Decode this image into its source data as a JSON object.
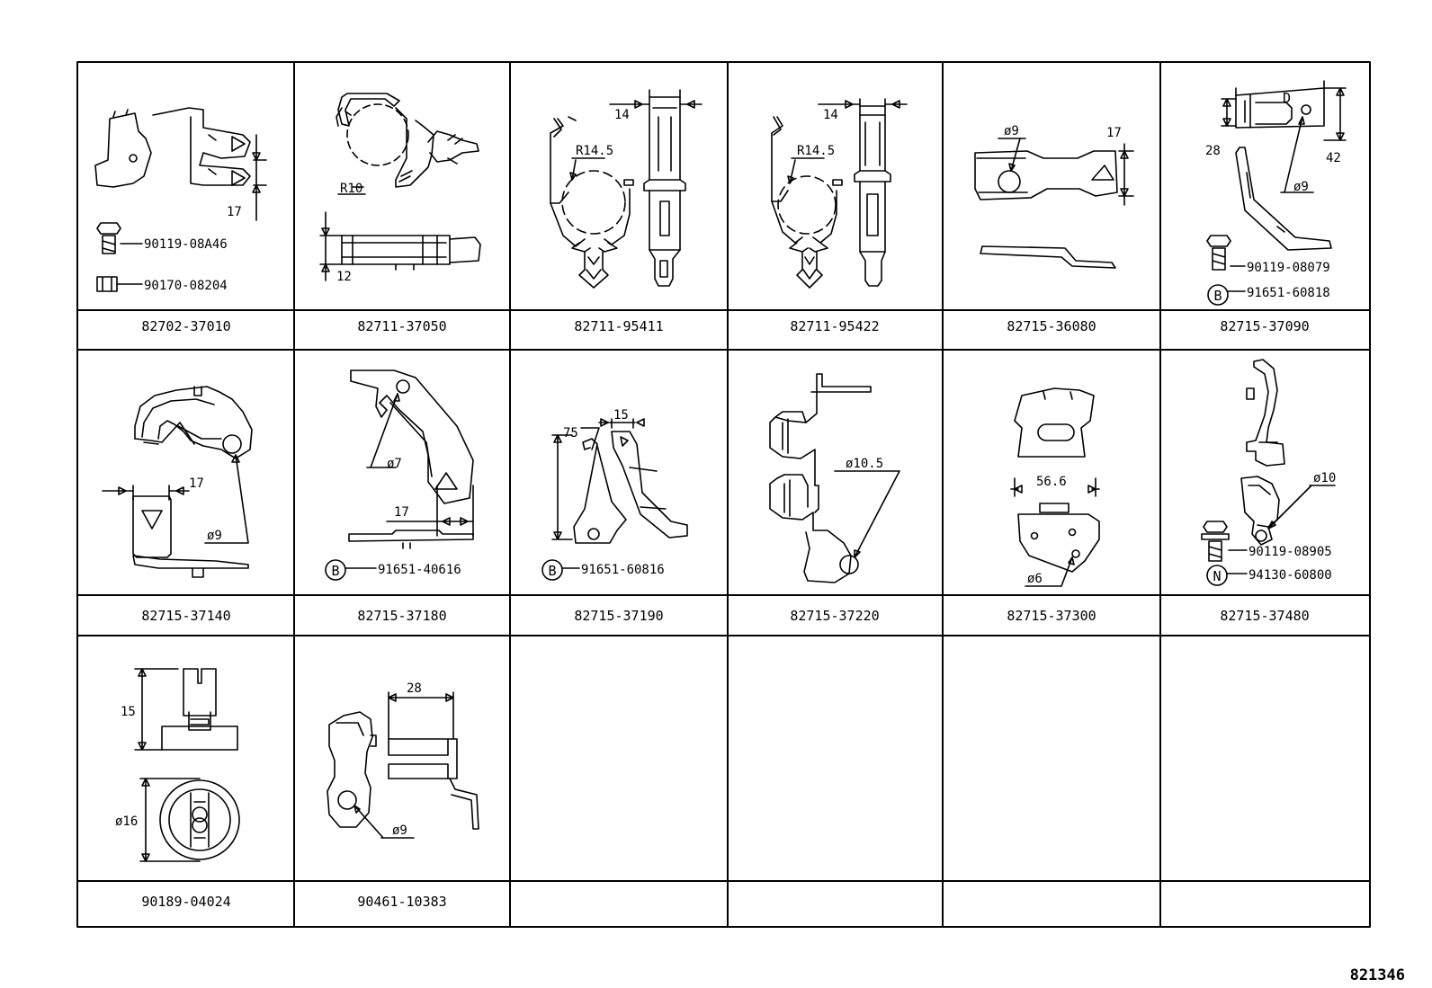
{
  "sheet": {
    "drawing_number": "821346"
  },
  "cells": [
    {
      "part_number": "82702-37010",
      "dims": [
        "17"
      ],
      "subparts": [
        {
          "number": "90119-08A46",
          "symbol": ""
        },
        {
          "number": "90170-08204",
          "symbol": ""
        }
      ]
    },
    {
      "part_number": "82711-37050",
      "dims": [
        "R10",
        "12"
      ],
      "subparts": []
    },
    {
      "part_number": "82711-95411",
      "dims": [
        "14",
        "R14.5"
      ],
      "subparts": []
    },
    {
      "part_number": "82711-95422",
      "dims": [
        "14",
        "R14.5"
      ],
      "subparts": []
    },
    {
      "part_number": "82715-36080",
      "dims": [
        "ø9",
        "17"
      ],
      "subparts": []
    },
    {
      "part_number": "82715-37090",
      "dims": [
        "28",
        "42",
        "ø9",
        "D"
      ],
      "subparts": [
        {
          "number": "90119-08079",
          "symbol": ""
        },
        {
          "number": "91651-60818",
          "symbol": "B"
        }
      ]
    },
    {
      "part_number": "82715-37140",
      "dims": [
        "17",
        "ø9"
      ],
      "subparts": []
    },
    {
      "part_number": "82715-37180",
      "dims": [
        "ø7",
        "17"
      ],
      "subparts": [
        {
          "number": "91651-40616",
          "symbol": "B"
        }
      ]
    },
    {
      "part_number": "82715-37190",
      "dims": [
        "75",
        "15"
      ],
      "subparts": [
        {
          "number": "91651-60816",
          "symbol": "B"
        }
      ]
    },
    {
      "part_number": "82715-37220",
      "dims": [
        "ø10.5"
      ],
      "subparts": []
    },
    {
      "part_number": "82715-37300",
      "dims": [
        "56.6",
        "ø6"
      ],
      "subparts": []
    },
    {
      "part_number": "82715-37480",
      "dims": [
        "ø10"
      ],
      "subparts": [
        {
          "number": "90119-08905",
          "symbol": ""
        },
        {
          "number": "94130-60800",
          "symbol": "N"
        }
      ]
    },
    {
      "part_number": "90189-04024",
      "dims": [
        "15",
        "ø16"
      ],
      "subparts": []
    },
    {
      "part_number": "90461-10383",
      "dims": [
        "28",
        "ø9"
      ],
      "subparts": []
    },
    {
      "part_number": "",
      "dims": [],
      "subparts": []
    },
    {
      "part_number": "",
      "dims": [],
      "subparts": []
    },
    {
      "part_number": "",
      "dims": [],
      "subparts": []
    },
    {
      "part_number": "",
      "dims": [],
      "subparts": []
    }
  ]
}
